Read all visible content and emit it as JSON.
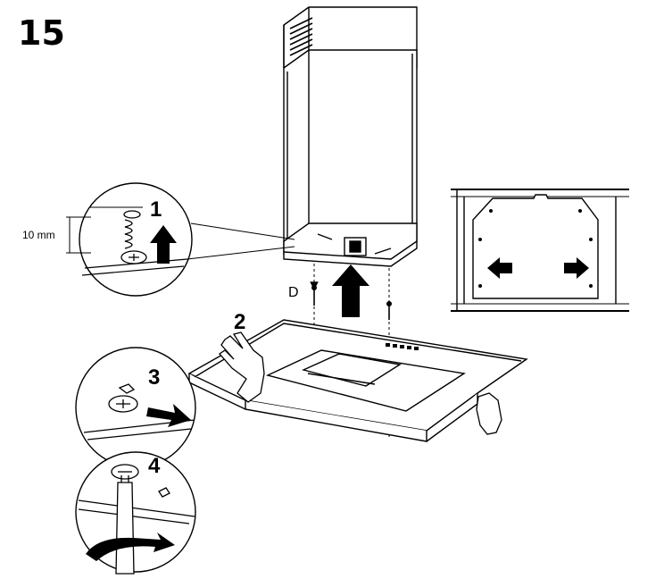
{
  "step_number": "15",
  "callouts": [
    "1",
    "2",
    "3",
    "4"
  ],
  "dimension_label": "10 mm",
  "screw_label": "D"
}
